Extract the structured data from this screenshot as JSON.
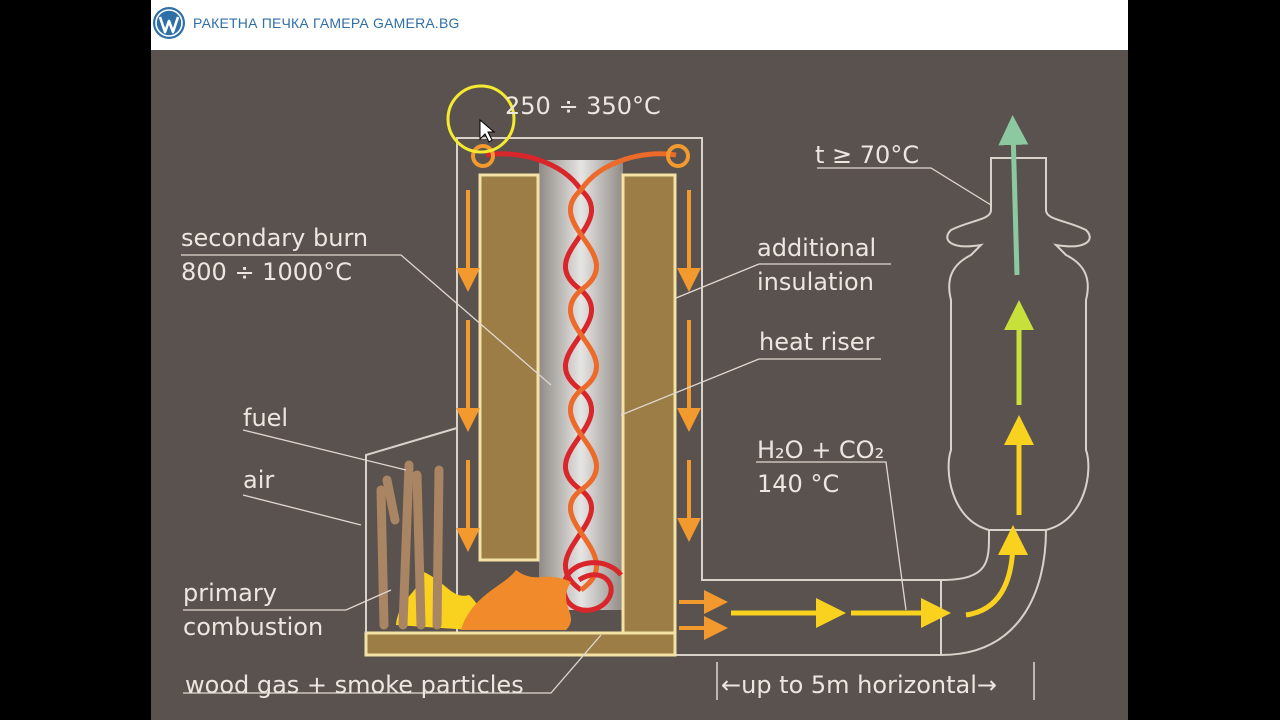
{
  "header": {
    "site_title": "РАКЕТНА ПЕЧКА ГАМЕРА GAMERA.BG",
    "logo_icon": "wordpress-icon",
    "brand_color": "#2f6fa8"
  },
  "diagram": {
    "background_color": "#5a524e",
    "labels": {
      "top_temp": "250 ÷ 350°C",
      "exhaust_temp": "t ≥ 70°C",
      "secondary_burn_1": "secondary burn",
      "secondary_burn_2": "800 ÷ 1000°C",
      "additional_insulation_1": "additional",
      "additional_insulation_2": "insulation",
      "heat_riser": "heat riser",
      "fuel": "fuel",
      "air": "air",
      "h2o_co2": "H₂O + CO₂",
      "gas_temp": "140 °C",
      "primary_combustion_1": "primary",
      "primary_combustion_2": "combustion",
      "wood_gas": "wood gas + smoke particles",
      "horizontal": "←up to 5m horizontal→"
    },
    "colors": {
      "insulation": "#9b7d45",
      "outline": "#f3e2a4",
      "flow_hot": "#f39a2e",
      "flow_warm": "#f8d21f",
      "flow_cool": "#c8e03a",
      "flow_exhaust": "#8cc9a0",
      "flame_red": "#d8262a"
    },
    "cursor_highlight_icon": "cursor-highlight-icon"
  }
}
